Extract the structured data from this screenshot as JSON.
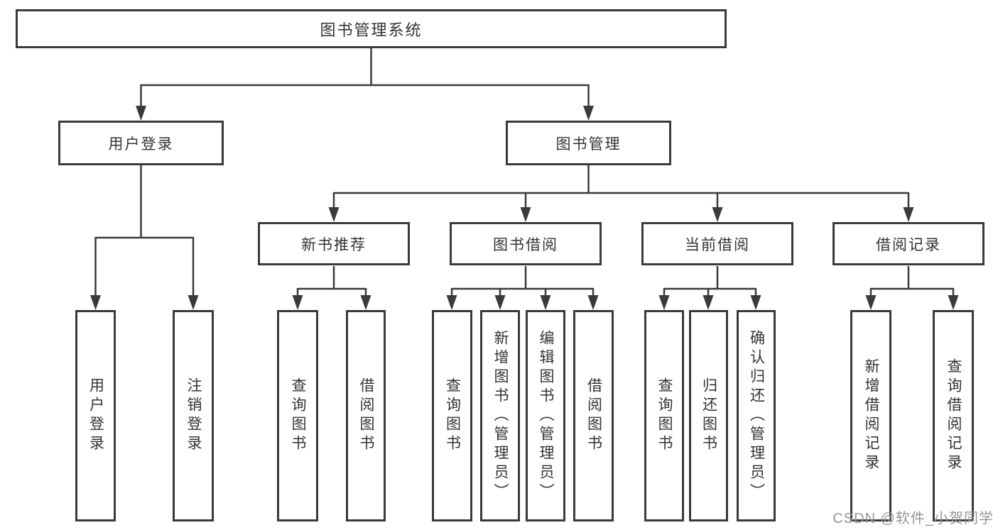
{
  "diagram": {
    "root": "图书管理系统",
    "branches": [
      {
        "label": "用户登录",
        "children": [
          "用户登录",
          "注销登录"
        ]
      },
      {
        "label": "图书管理",
        "sections": [
          {
            "label": "新书推荐",
            "children": [
              "查询图书",
              "借阅图书"
            ]
          },
          {
            "label": "图书借阅",
            "children": [
              "查询图书",
              "新增图书（管理员）",
              "编辑图书（管理员）",
              "借阅图书"
            ]
          },
          {
            "label": "当前借阅",
            "children": [
              "查询图书",
              "归还图书",
              "确认归还（管理员）"
            ]
          },
          {
            "label": "借阅记录",
            "children": [
              "新增借阅记录",
              "查询借阅记录"
            ]
          }
        ]
      }
    ]
  },
  "watermark": "CSDN @软件_小贺同学",
  "colors": {
    "line": "#3a3a3a",
    "text": "#333333",
    "background": "#ffffff",
    "watermark": "#969696"
  }
}
